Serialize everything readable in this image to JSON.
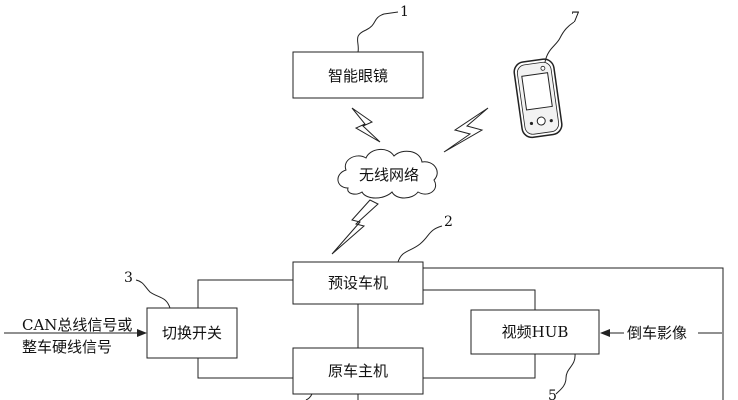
{
  "nodes": {
    "smart_glasses": "智能眼镜",
    "wireless_network": "无线网络",
    "preset_head_unit": "预设车机",
    "switch": "切换开关",
    "original_head_unit": "原车主机",
    "video_hub": "视频HUB"
  },
  "inputs": {
    "can_signal_line1": "CAN总线信号或",
    "can_signal_line2": "整车硬线信号",
    "reverse_camera": "倒车影像"
  },
  "callouts": {
    "n1": "1",
    "n2": "2",
    "n3": "3",
    "n5": "5",
    "n7": "7"
  },
  "icons": {
    "phone": "mobile-phone-icon",
    "cloud": "cloud-icon",
    "lightning": "lightning-bolt-icon"
  }
}
